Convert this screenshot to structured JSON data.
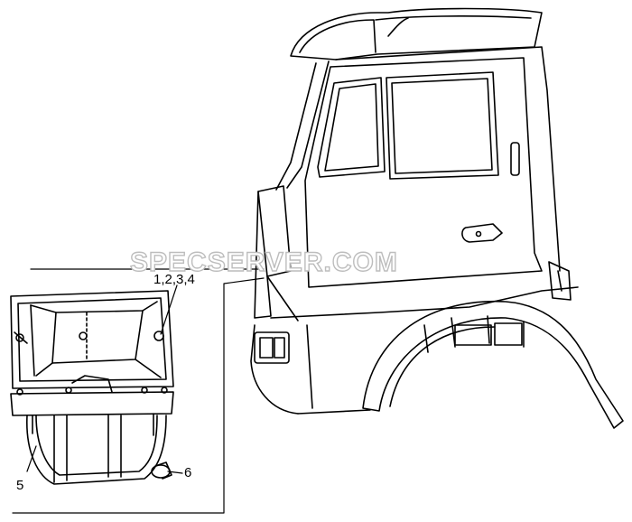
{
  "watermark": "SPECSERVER.COM",
  "callouts": {
    "c1234": "1,2,3,4",
    "c5": "5",
    "c6": "6"
  },
  "colors": {
    "line": "#000000",
    "background": "#ffffff",
    "watermark_outline": "#bdbdbd"
  }
}
